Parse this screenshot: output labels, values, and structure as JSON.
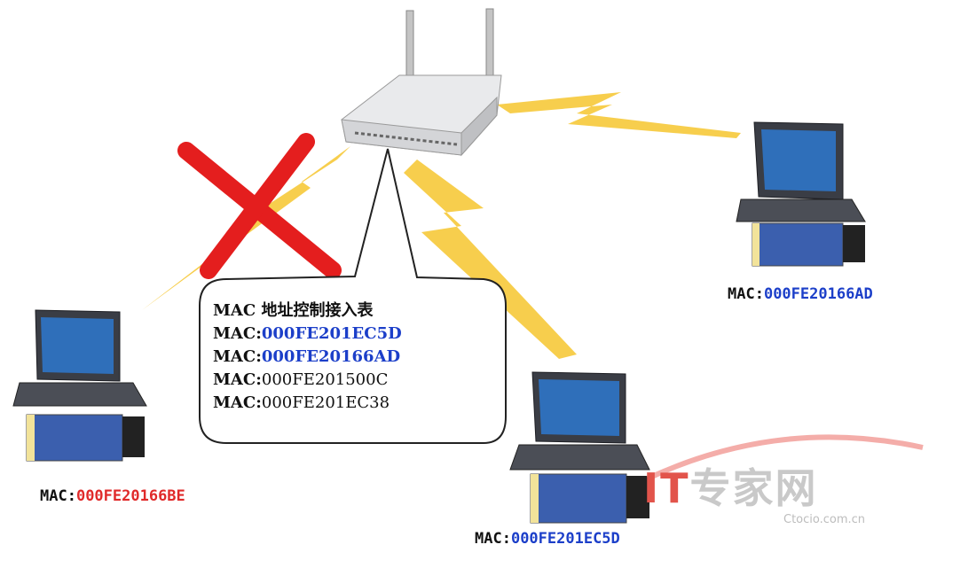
{
  "acl_table": {
    "title": "MAC 地址控制接入表",
    "entries": [
      {
        "prefix": "MAC:",
        "value": "000FE201EC5D",
        "allowed": true
      },
      {
        "prefix": "MAC:",
        "value": "000FE20166AD",
        "allowed": true
      },
      {
        "prefix": "MAC:",
        "value": "000FE201500C",
        "allowed": false
      },
      {
        "prefix": "MAC:",
        "value": "000FE201EC38",
        "allowed": false
      }
    ]
  },
  "clients": {
    "right": {
      "prefix": "MAC:",
      "value": "000FE20166AD"
    },
    "left": {
      "prefix": "MAC:",
      "value": "000FE20166BE"
    },
    "bottom": {
      "prefix": "MAC:",
      "value": "000FE201EC5D"
    }
  },
  "watermark": {
    "it": "IT",
    "rest": "专家网",
    "url": "Ctocio.com.cn"
  },
  "colors": {
    "signal": "#f6c93a",
    "deny": "#e41e1e",
    "allowed_mac": "#1c3fc9",
    "denied_mac": "#e02a2a"
  }
}
